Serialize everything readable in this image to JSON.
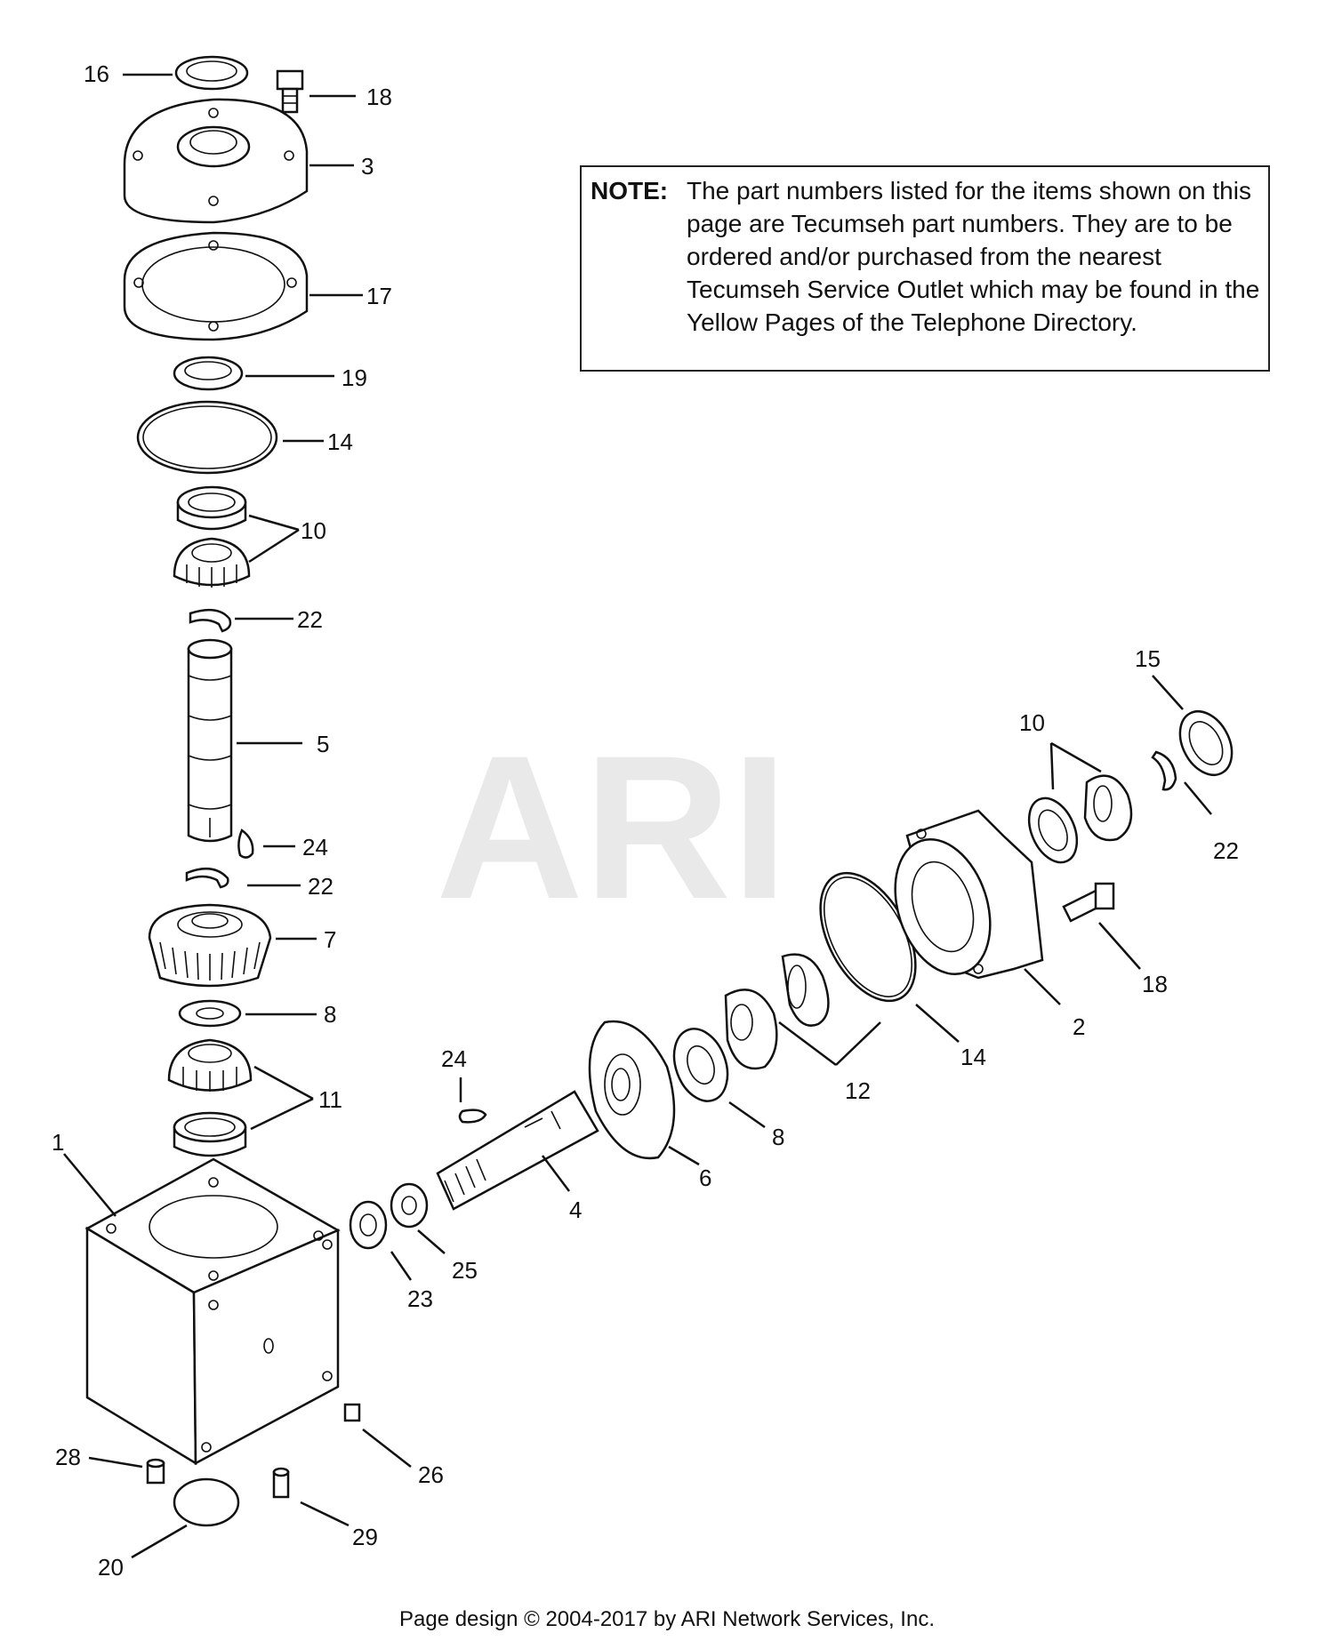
{
  "watermark": "ARI",
  "note": {
    "heading": "NOTE:",
    "body": "The part numbers listed for the items shown on this page are Tecumseh part numbers. They are to be ordered and/or purchased from the nearest Tecumseh Service Outlet which may be found in the Yellow Pages of the Telephone Directory."
  },
  "callouts": {
    "c16": "16",
    "c18a": "18",
    "c3": "3",
    "c17": "17",
    "c19": "19",
    "c14a": "14",
    "c10a": "10",
    "c22a": "22",
    "c5": "5",
    "c24a": "24",
    "c22b": "22",
    "c7": "7",
    "c8a": "8",
    "c11": "11",
    "c1": "1",
    "c28": "28",
    "c20": "20",
    "c29": "29",
    "c26": "26",
    "c23": "23",
    "c25": "25",
    "c4": "4",
    "c24b": "24",
    "c6": "6",
    "c8b": "8",
    "c12": "12",
    "c14b": "14",
    "c2": "2",
    "c18b": "18",
    "c10b": "10",
    "c15": "15",
    "c22c": "22"
  },
  "footer": "Page design © 2004-2017 by ARI Network Services, Inc."
}
